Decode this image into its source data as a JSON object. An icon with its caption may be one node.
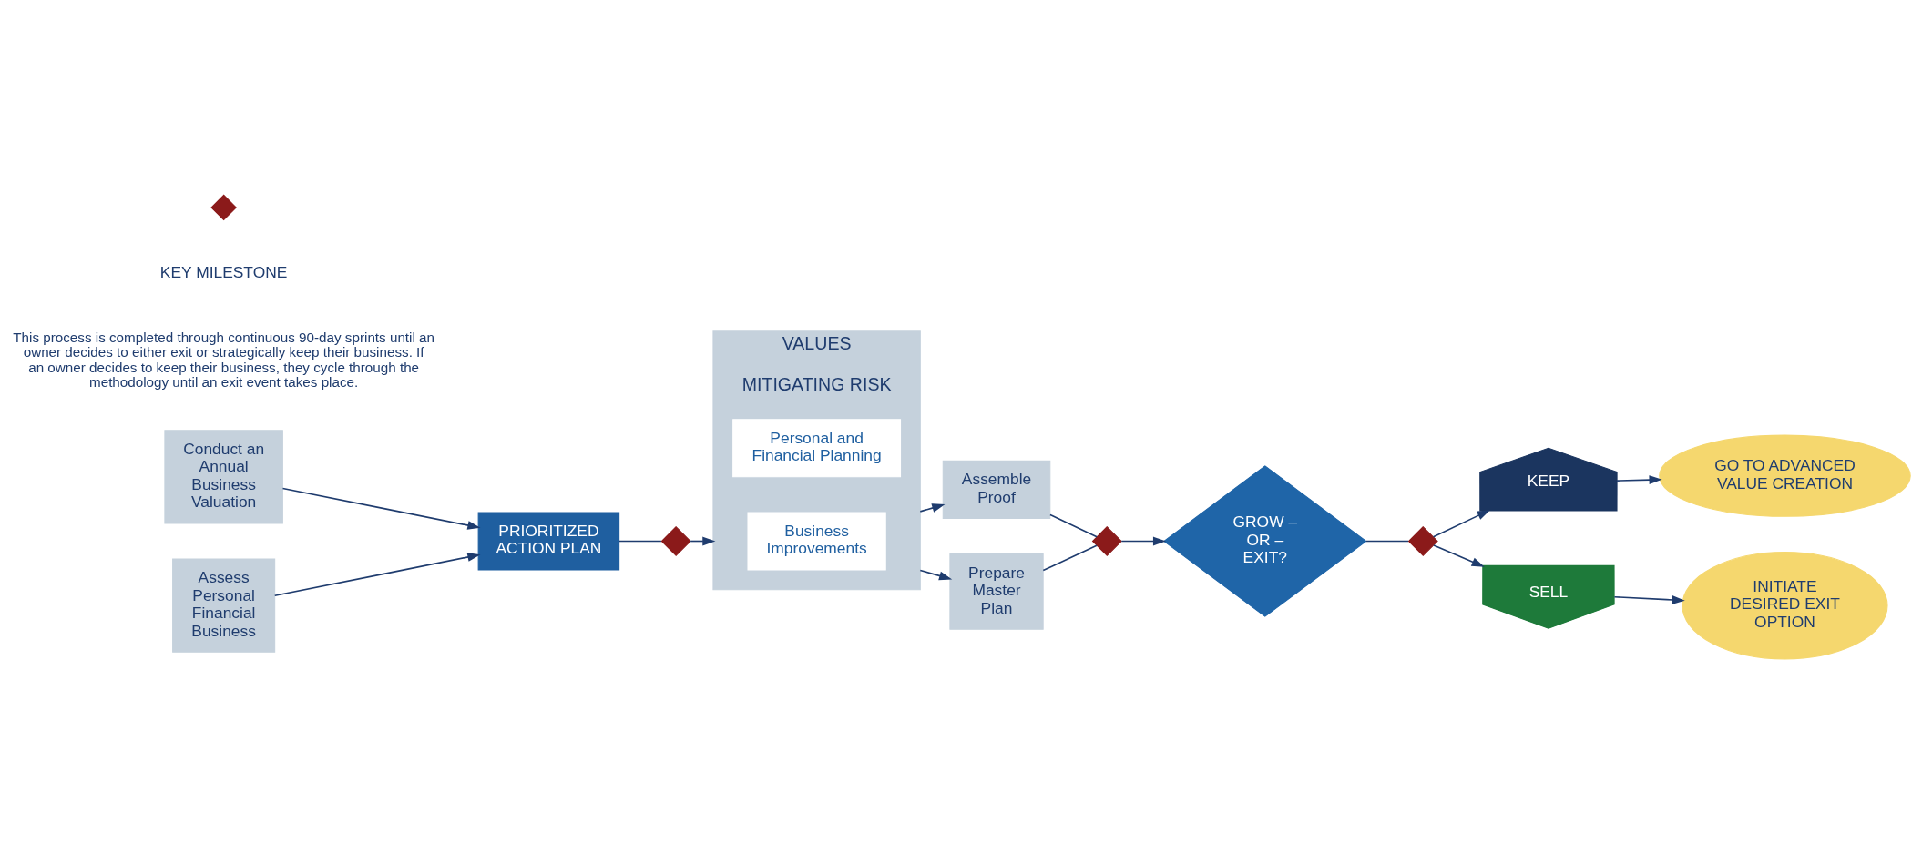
{
  "diagram": {
    "nodes": [
      {
        "text": [
          "Conduct an Annual Business Valuation"
        ]
      },
      {
        "text": [
          "Assess Personal Financial Business"
        ]
      },
      {
        "text": [
          "PRIORITIZED ACTION PLAN"
        ]
      },
      {
        "text": [],
        "shape": "diamond"
      },
      {
        "text": [
          "VALUES",
          "MITIGATING RISK"
        ]
      },
      {
        "text": [
          "Personal and Financial Planning"
        ],
        "in": 4
      },
      {
        "text": [
          "Business Improvements"
        ],
        "in": 4
      },
      {
        "text": [
          "Assemble Proof"
        ]
      },
      {
        "text": [
          "Prepare Master Plan"
        ]
      },
      {
        "text": [],
        "shape": "diamond"
      },
      {
        "text": [
          "GROW – OR – EXIT?"
        ]
      },
      {
        "text": [],
        "shape": "diamond"
      },
      {
        "text": [
          "KEEP"
        ]
      },
      {
        "text": [
          "SELL"
        ]
      },
      {
        "text": [
          "GO TO ADVANCED VALUE CREATION"
        ]
      },
      {
        "text": [
          "INITIATE DESIRED EXIT OPTION"
        ]
      }
    ],
    "edges": [
      {
        "from": 0,
        "to": 2,
        "arrow": "to"
      },
      {
        "from": 1,
        "to": 2,
        "arrow": "to"
      },
      {
        "from": 2,
        "to": 3,
        "arrow": "none"
      },
      {
        "from": 3,
        "to": 4,
        "arrow": "to"
      },
      {
        "from": 4,
        "to": 7,
        "arrow": "to"
      },
      {
        "from": 4,
        "to": 8,
        "arrow": "to"
      },
      {
        "from": 7,
        "to": 9,
        "arrow": "none"
      },
      {
        "from": 8,
        "to": 9,
        "arrow": "none"
      },
      {
        "from": 9,
        "to": 10,
        "arrow": "to"
      },
      {
        "from": 10,
        "to": 11,
        "arrow": "none"
      },
      {
        "from": 11,
        "to": 12,
        "arrow": "to"
      },
      {
        "from": 11,
        "to": 13,
        "arrow": "to"
      },
      {
        "from": 12,
        "to": 14,
        "arrow": "to"
      },
      {
        "from": 13,
        "to": 15,
        "arrow": "to"
      }
    ],
    "labels": [
      "This process is completed through continuous 90-day sprints until an owner decides to either exit or strategically keep their business. If an owner decides to keep their business, they cycle through the methodology until an exit event takes place."
    ],
    "legend": [
      {
        "text": "KEY MILESTONE"
      }
    ]
  }
}
